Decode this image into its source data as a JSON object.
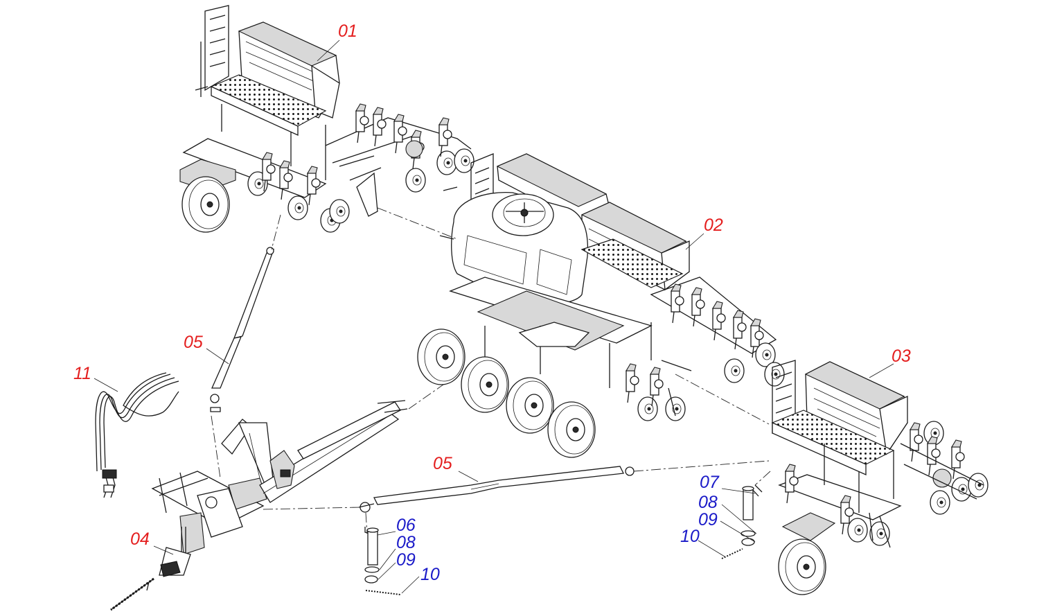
{
  "callouts": {
    "c01": "01",
    "c02": "02",
    "c03": "03",
    "c04": "04",
    "c05a": "05",
    "c05b": "05",
    "c06": "06",
    "c07": "07",
    "c08a": "08",
    "c08b": "08",
    "c09a": "09",
    "c09b": "09",
    "c10a": "10",
    "c10b": "10",
    "c11": "11"
  },
  "colors": {
    "assembly_callout": "#e41e1e",
    "hardware_callout": "#1a1ac8",
    "line_art": "#1a1a1a"
  }
}
